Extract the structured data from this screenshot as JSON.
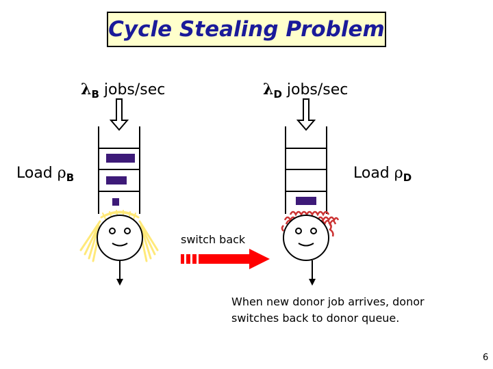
{
  "title": "Cycle Stealing Problem",
  "beneficiary": {
    "rate_symbol": "λ",
    "rate_subscript": "B",
    "rate_unit": "jobs/sec",
    "load_label": "Load",
    "load_symbol": "ρ",
    "load_subscript": "B"
  },
  "donor": {
    "rate_symbol": "λ",
    "rate_subscript": "D",
    "rate_unit": "jobs/sec",
    "load_label": "Load",
    "load_symbol": "ρ",
    "load_subscript": "D"
  },
  "switch_label": "switch back",
  "note": "When new donor job arrives, donor switches back to donor queue.",
  "page_number": "6",
  "colors": {
    "title_text": "#1a1a9a",
    "title_bg": "#ffffcc",
    "job": "#3d1a78",
    "arrow": "#ff0000",
    "blonde_hair": "#ffe97a",
    "curly_hair": "#cc3333"
  }
}
